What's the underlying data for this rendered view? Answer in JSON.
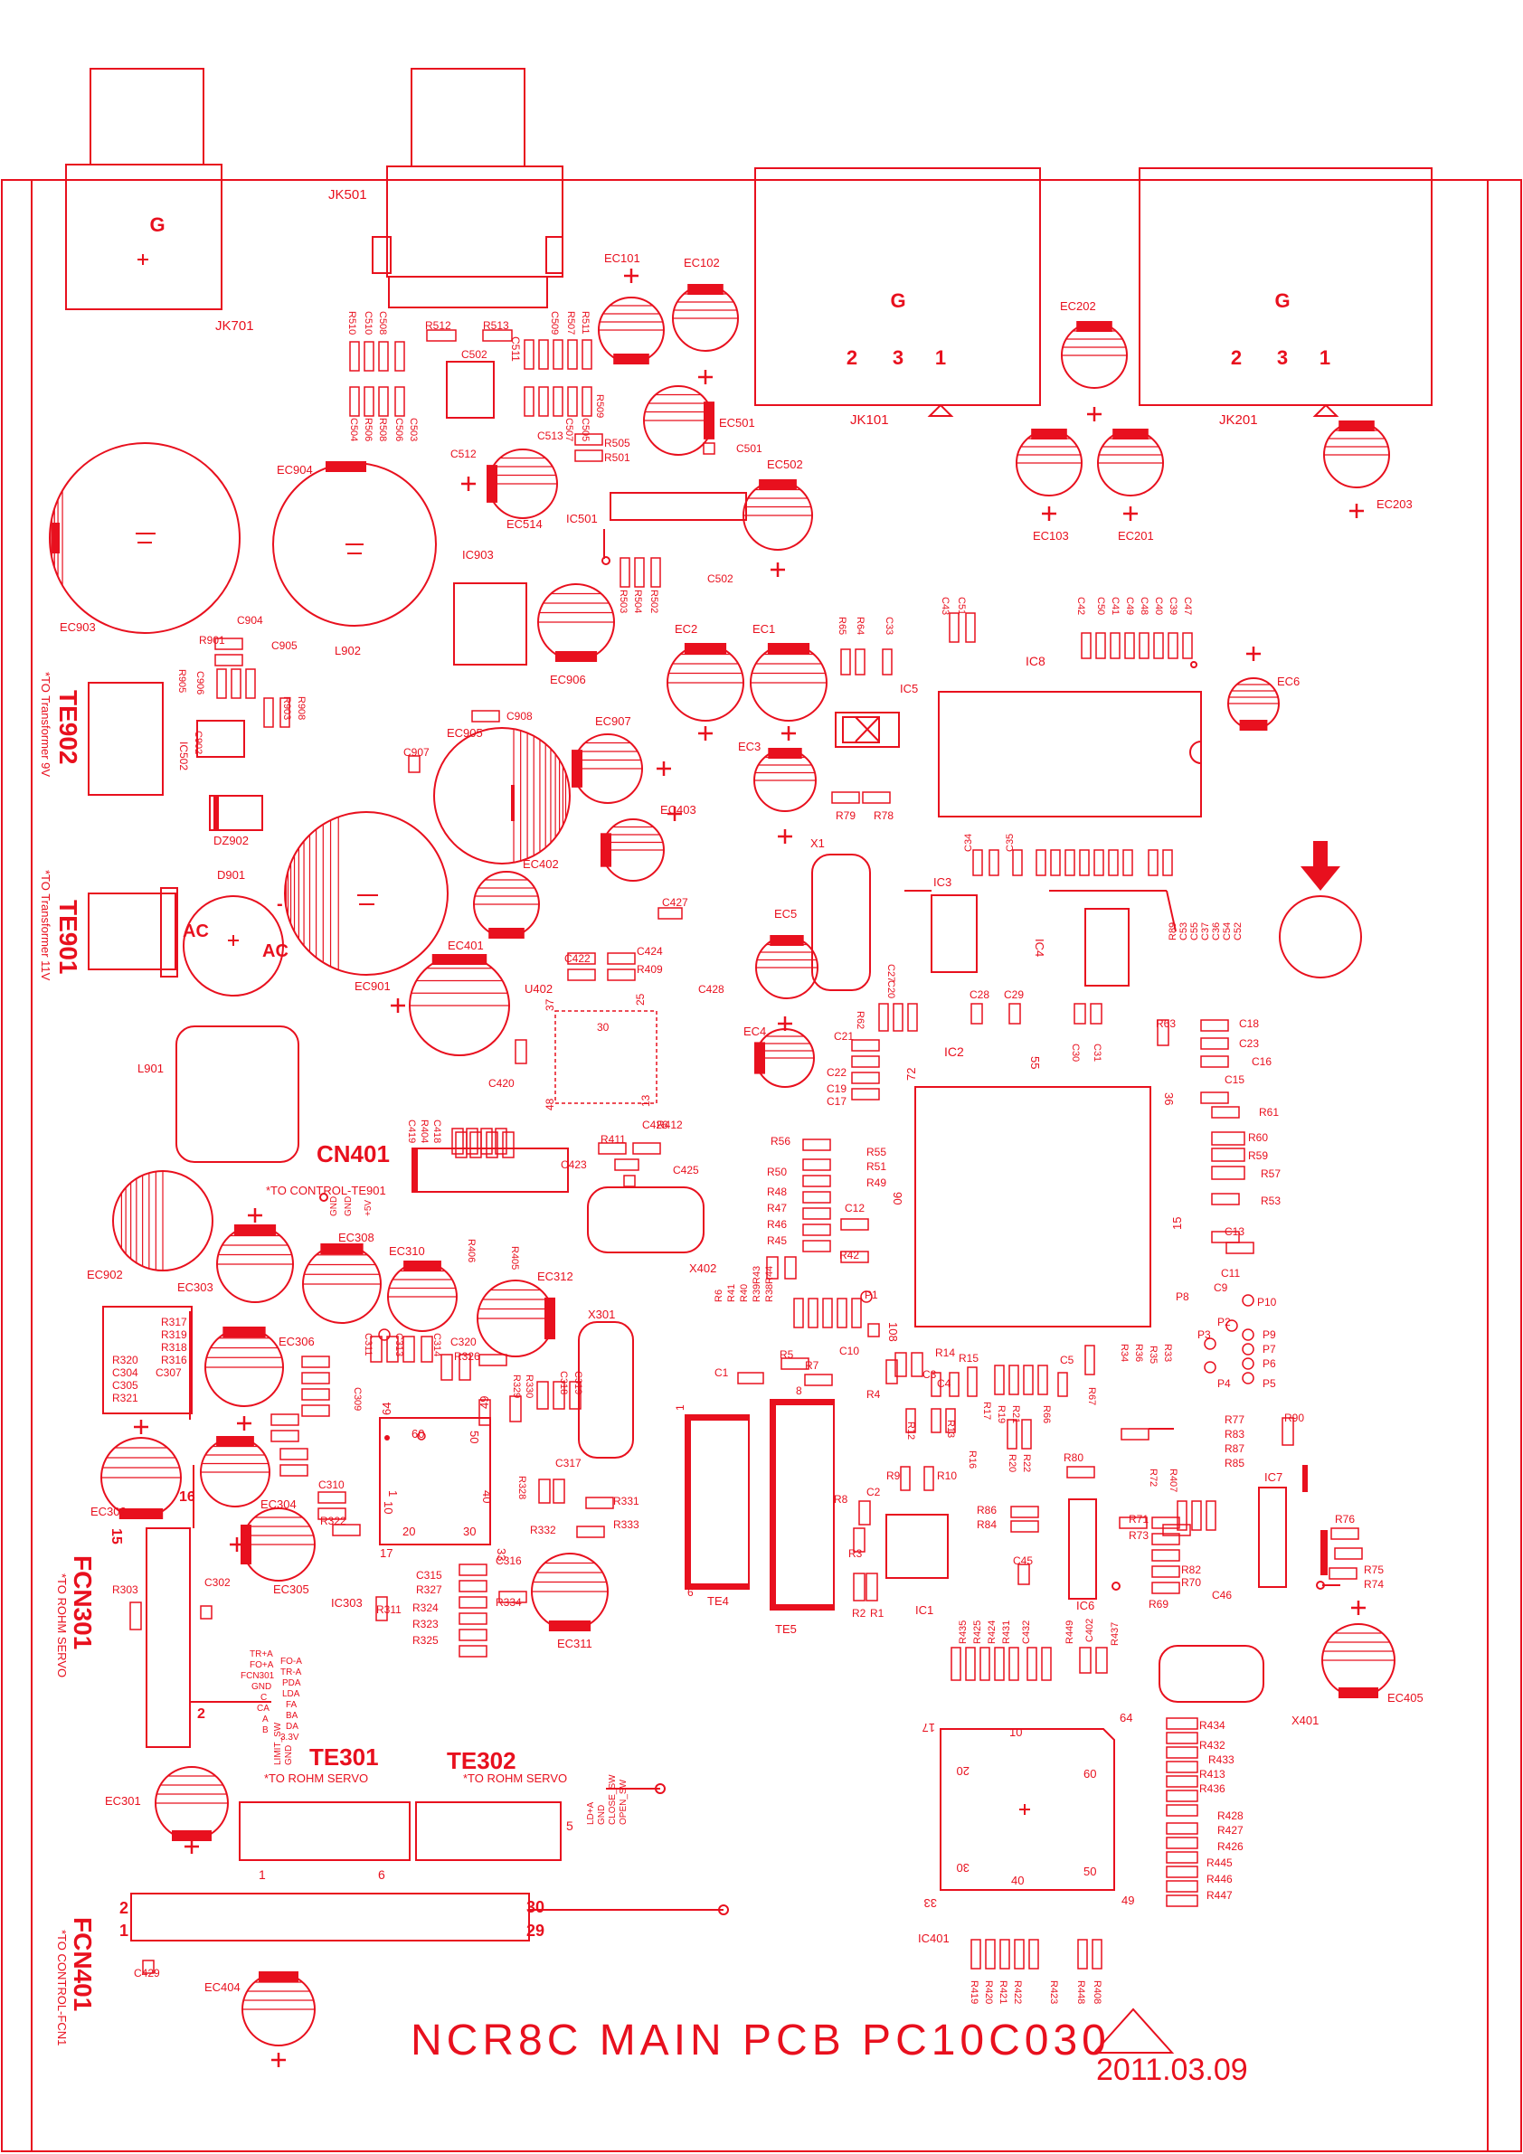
{
  "board": {
    "title": "NCR8C MAIN PCB PC10C030",
    "date": "2011.03.09",
    "color": "#e8101e"
  },
  "connectors": {
    "jk701": "JK701",
    "jk501": "JK501",
    "jk101": "JK101",
    "jk201": "JK201",
    "g": "G",
    "pin1": "1",
    "pin2": "2",
    "pin3": "3",
    "te902": "TE902",
    "te902_note": "*TO Transformer 9V",
    "te901": "TE901",
    "te901_note": "*TO Transformer 11V",
    "cn401": "CN401",
    "cn401_note": "*TO CONTROL-TE901",
    "te301": "TE301",
    "te302": "TE302",
    "rohm_note": "*TO ROHM SERVO",
    "fcn301": "FCN301",
    "fcn301_note": "*TO ROHM SERVO",
    "fcn401": "FCN401",
    "fcn401_note": "*TO CONTROL-FCN1",
    "te4": "TE4",
    "te5": "TE5",
    "ac": "AC",
    "plus": "+",
    "minus": "-"
  },
  "ics": {
    "ic8": "IC8",
    "ic5": "IC5",
    "ic3": "IC3",
    "ic4": "IC4",
    "ic2": "IC2",
    "ic1": "IC1",
    "ic6": "IC6",
    "ic7": "IC7",
    "ic401": "IC401",
    "ic501": "IC501",
    "ic502": "IC502",
    "ic903": "IC903",
    "ic303": "IC303",
    "u402": "U402",
    "x1": "X1",
    "x301": "X301",
    "x401": "X401",
    "x402": "X402",
    "l901": "L901",
    "l902": "L902",
    "d901": "D901",
    "dz902": "DZ902"
  },
  "caps_electrolytic": {
    "ec101": "EC101",
    "ec102": "EC102",
    "ec202": "EC202",
    "ec103": "EC103",
    "ec201": "EC201",
    "ec203": "EC203",
    "ec501": "EC501",
    "ec502": "EC502",
    "ec514": "EC514",
    "ec904": "EC904",
    "ec903": "EC903",
    "ec906": "EC906",
    "ec907": "EC907",
    "ec905": "EC905",
    "ec403": "EC403",
    "ec402": "EC402",
    "ec401": "EC401",
    "ec901": "EC901",
    "ec2": "EC2",
    "ec1": "EC1",
    "ec3": "EC3",
    "ec5": "EC5",
    "ec4": "EC4",
    "ec6": "EC6",
    "ec902": "EC902",
    "ec303": "EC303",
    "ec308": "EC308",
    "ec310": "EC310",
    "ec312": "EC312",
    "ec306": "EC306",
    "ec302": "EC302",
    "ec304": "EC304",
    "ec305": "EC305",
    "ec311": "EC311",
    "ec301": "EC301",
    "ec404": "EC404",
    "ec405": "EC405"
  },
  "labels": {
    "r512": "R512",
    "r513": "R513",
    "c502": "C502",
    "c512": "C512",
    "c513": "C513",
    "c511": "C511",
    "r505": "R505",
    "r501": "R501",
    "c501": "C501",
    "c502b": "C502",
    "r510": "R510",
    "c510": "C510",
    "c508": "C508",
    "r508": "R508",
    "r506": "R506",
    "c504": "C504",
    "c506": "C506",
    "c503": "C503",
    "c509": "C509",
    "r507": "R507",
    "r509": "R509",
    "c507": "C507",
    "c505": "C505",
    "r511": "R511",
    "r503": "R503",
    "r504": "R504",
    "r502": "R502",
    "c904": "C904",
    "r901": "R901",
    "c905": "C905",
    "r905": "R905",
    "c906": "C906",
    "c902": "C902",
    "r903": "R903",
    "r908": "R908",
    "c908": "C908",
    "c907": "C907",
    "c43": "C43",
    "c51": "C51",
    "r65": "R65",
    "r64": "R64",
    "c33": "C33",
    "c42": "C42",
    "c50": "C50",
    "c41": "C41",
    "c49": "C49",
    "c48": "C48",
    "c40": "C40",
    "c39": "C39",
    "c47": "C47",
    "r79": "R79",
    "r78": "R78",
    "c34": "C34",
    "c35": "C35",
    "r89": "R89",
    "c53": "C53",
    "c55": "C55",
    "c37": "C37",
    "c36": "C36",
    "c54": "C54",
    "c52": "C52",
    "c427": "C427",
    "c422": "C422",
    "c424": "C424",
    "r409": "R409",
    "c428": "C428",
    "c420": "C420",
    "c419": "C419",
    "r404": "R404",
    "c418": "C418",
    "c426": "C426",
    "r411": "R411",
    "r412": "R412",
    "c423": "C423",
    "c425": "C425",
    "r406": "R406",
    "r405": "R405",
    "c27": "C27",
    "c20": "C20",
    "r62": "R62",
    "c21": "C21",
    "c22": "C22",
    "c19": "C19",
    "c17": "C17",
    "c28": "C28",
    "c29": "C29",
    "c30": "C30",
    "c31": "C31",
    "r63": "R63",
    "c18": "C18",
    "c23": "C23",
    "c16": "C16",
    "c15": "C15",
    "r61": "R61",
    "r60": "R60",
    "r59": "R59",
    "r57": "R57",
    "r53": "R53",
    "c13": "C13",
    "c11": "C11",
    "c9": "C9",
    "p8": "P8",
    "p10": "P10",
    "p2": "P2",
    "p3": "P3",
    "p9": "P9",
    "p7": "P7",
    "p6": "P6",
    "p4": "P4",
    "p5": "P5",
    "r56": "R56",
    "r55": "R55",
    "r50": "R50",
    "r51": "R51",
    "r48": "R48",
    "r49": "R49",
    "r47": "R47",
    "r46": "R46",
    "r45": "R45",
    "c12": "C12",
    "r42": "R42",
    "r43": "R43",
    "r44": "R44",
    "r38": "R38",
    "r39": "R39",
    "r40": "R40",
    "r41": "R41",
    "r6": "R6",
    "p1": "P1",
    "r5": "R5",
    "r7": "R7",
    "c10": "C10",
    "c1": "C1",
    "r4": "R4",
    "c3": "C3",
    "c4": "C4",
    "r15": "R15",
    "r14": "R14",
    "r17": "R17",
    "r12": "R12",
    "r13": "R13",
    "r16": "R16",
    "r19": "R19",
    "r21": "R21",
    "r22": "R22",
    "r20": "R20",
    "r66": "R66",
    "c5": "C5",
    "r67": "R67",
    "r9": "R9",
    "r10": "R10",
    "r8": "R8",
    "c2": "C2",
    "r3": "R3",
    "r2": "R2",
    "r1": "R1",
    "r34": "R34",
    "r36": "R36",
    "r35": "R35",
    "r33": "R33",
    "r77": "R77",
    "r83": "R83",
    "r87": "R87",
    "r85": "R85",
    "r90": "R90",
    "r80": "R80",
    "r86": "R86",
    "r84": "R84",
    "r72": "R72",
    "r407": "R407",
    "r71": "R71",
    "r73": "R73",
    "r82": "R82",
    "r70": "R70",
    "r69": "R69",
    "c46": "C46",
    "c45": "C45",
    "r76": "R76",
    "r75": "R75",
    "r74": "R74",
    "r317": "R317",
    "r319": "R319",
    "r318": "R318",
    "r316": "R316",
    "c307": "C307",
    "r320": "R320",
    "c304": "C304",
    "c305": "C305",
    "r321": "R321",
    "c311": "C311",
    "c313": "C313",
    "c314": "C314",
    "c320": "C320",
    "r326": "R326",
    "c309": "C309",
    "r329": "R329",
    "r330": "R330",
    "c318": "C318",
    "c319": "C319",
    "c310": "C310",
    "r322": "R322",
    "r328": "R328",
    "c317": "C317",
    "r331": "R331",
    "r332": "R332",
    "r333": "R333",
    "c315": "C315",
    "r327": "R327",
    "c316": "C316",
    "r324": "R324",
    "r334": "R334",
    "r323": "R323",
    "r325": "R325",
    "r311": "R311",
    "r303": "R303",
    "c302": "C302",
    "c429": "C429",
    "r434": "R434",
    "r432": "R432",
    "r433": "R433",
    "r413": "R413",
    "r436": "R436",
    "r428": "R428",
    "r427": "R427",
    "r426": "R426",
    "r445": "R445",
    "r446": "R446",
    "r447": "R447",
    "r435": "R435",
    "r425": "R425",
    "r424": "R424",
    "r431": "R431",
    "c432": "C432",
    "r449": "R449",
    "c402": "C402",
    "r437": "R437",
    "r419": "R419",
    "r420": "R420",
    "r421": "R421",
    "r422": "R422",
    "r423": "R423",
    "r448": "R448",
    "r408": "R408"
  },
  "pins": {
    "p17": "17",
    "p10": "10",
    "p64": "64",
    "p20": "20",
    "p60": "60",
    "p30": "30",
    "p50": "50",
    "p40": "40",
    "p33": "33",
    "p49": "49",
    "p1": "1",
    "p72": "72",
    "p55": "55",
    "p36": "36",
    "p15": "15",
    "p90": "90",
    "p108": "108",
    "p37": "37",
    "p25": "25",
    "p13": "13",
    "p48": "48",
    "p16": "16",
    "p2": "2",
    "p6": "6",
    "p8": "8",
    "p5": "5",
    "p29": "29"
  },
  "signal_texts": {
    "fcn301_a": "TR+A",
    "fcn301_b": "FO+A",
    "fcn301_c": "FCN301",
    "fcn301_d": "GND",
    "fcn301_e": "C",
    "fcn301_f": "CA",
    "fcn301_g": "A",
    "fcn301_h": "B",
    "fcn301_i": "FO-A",
    "fcn301_j": "TR-A",
    "fcn301_k": "PDA",
    "fcn301_l": "LDA",
    "fcn301_m": "FA",
    "fcn301_n": "BA",
    "fcn301_o": "DA",
    "fcn301_p": "3.3V",
    "cn401_a": "GND",
    "cn401_b": "GND",
    "cn401_c": "+5V",
    "te301_a": "LIMIT_SW",
    "te301_b": "GND",
    "te302_a": "CLOSE_SW",
    "te302_b": "GND",
    "te302_c": "OPEN_SW",
    "te302_d": "LD+A"
  }
}
